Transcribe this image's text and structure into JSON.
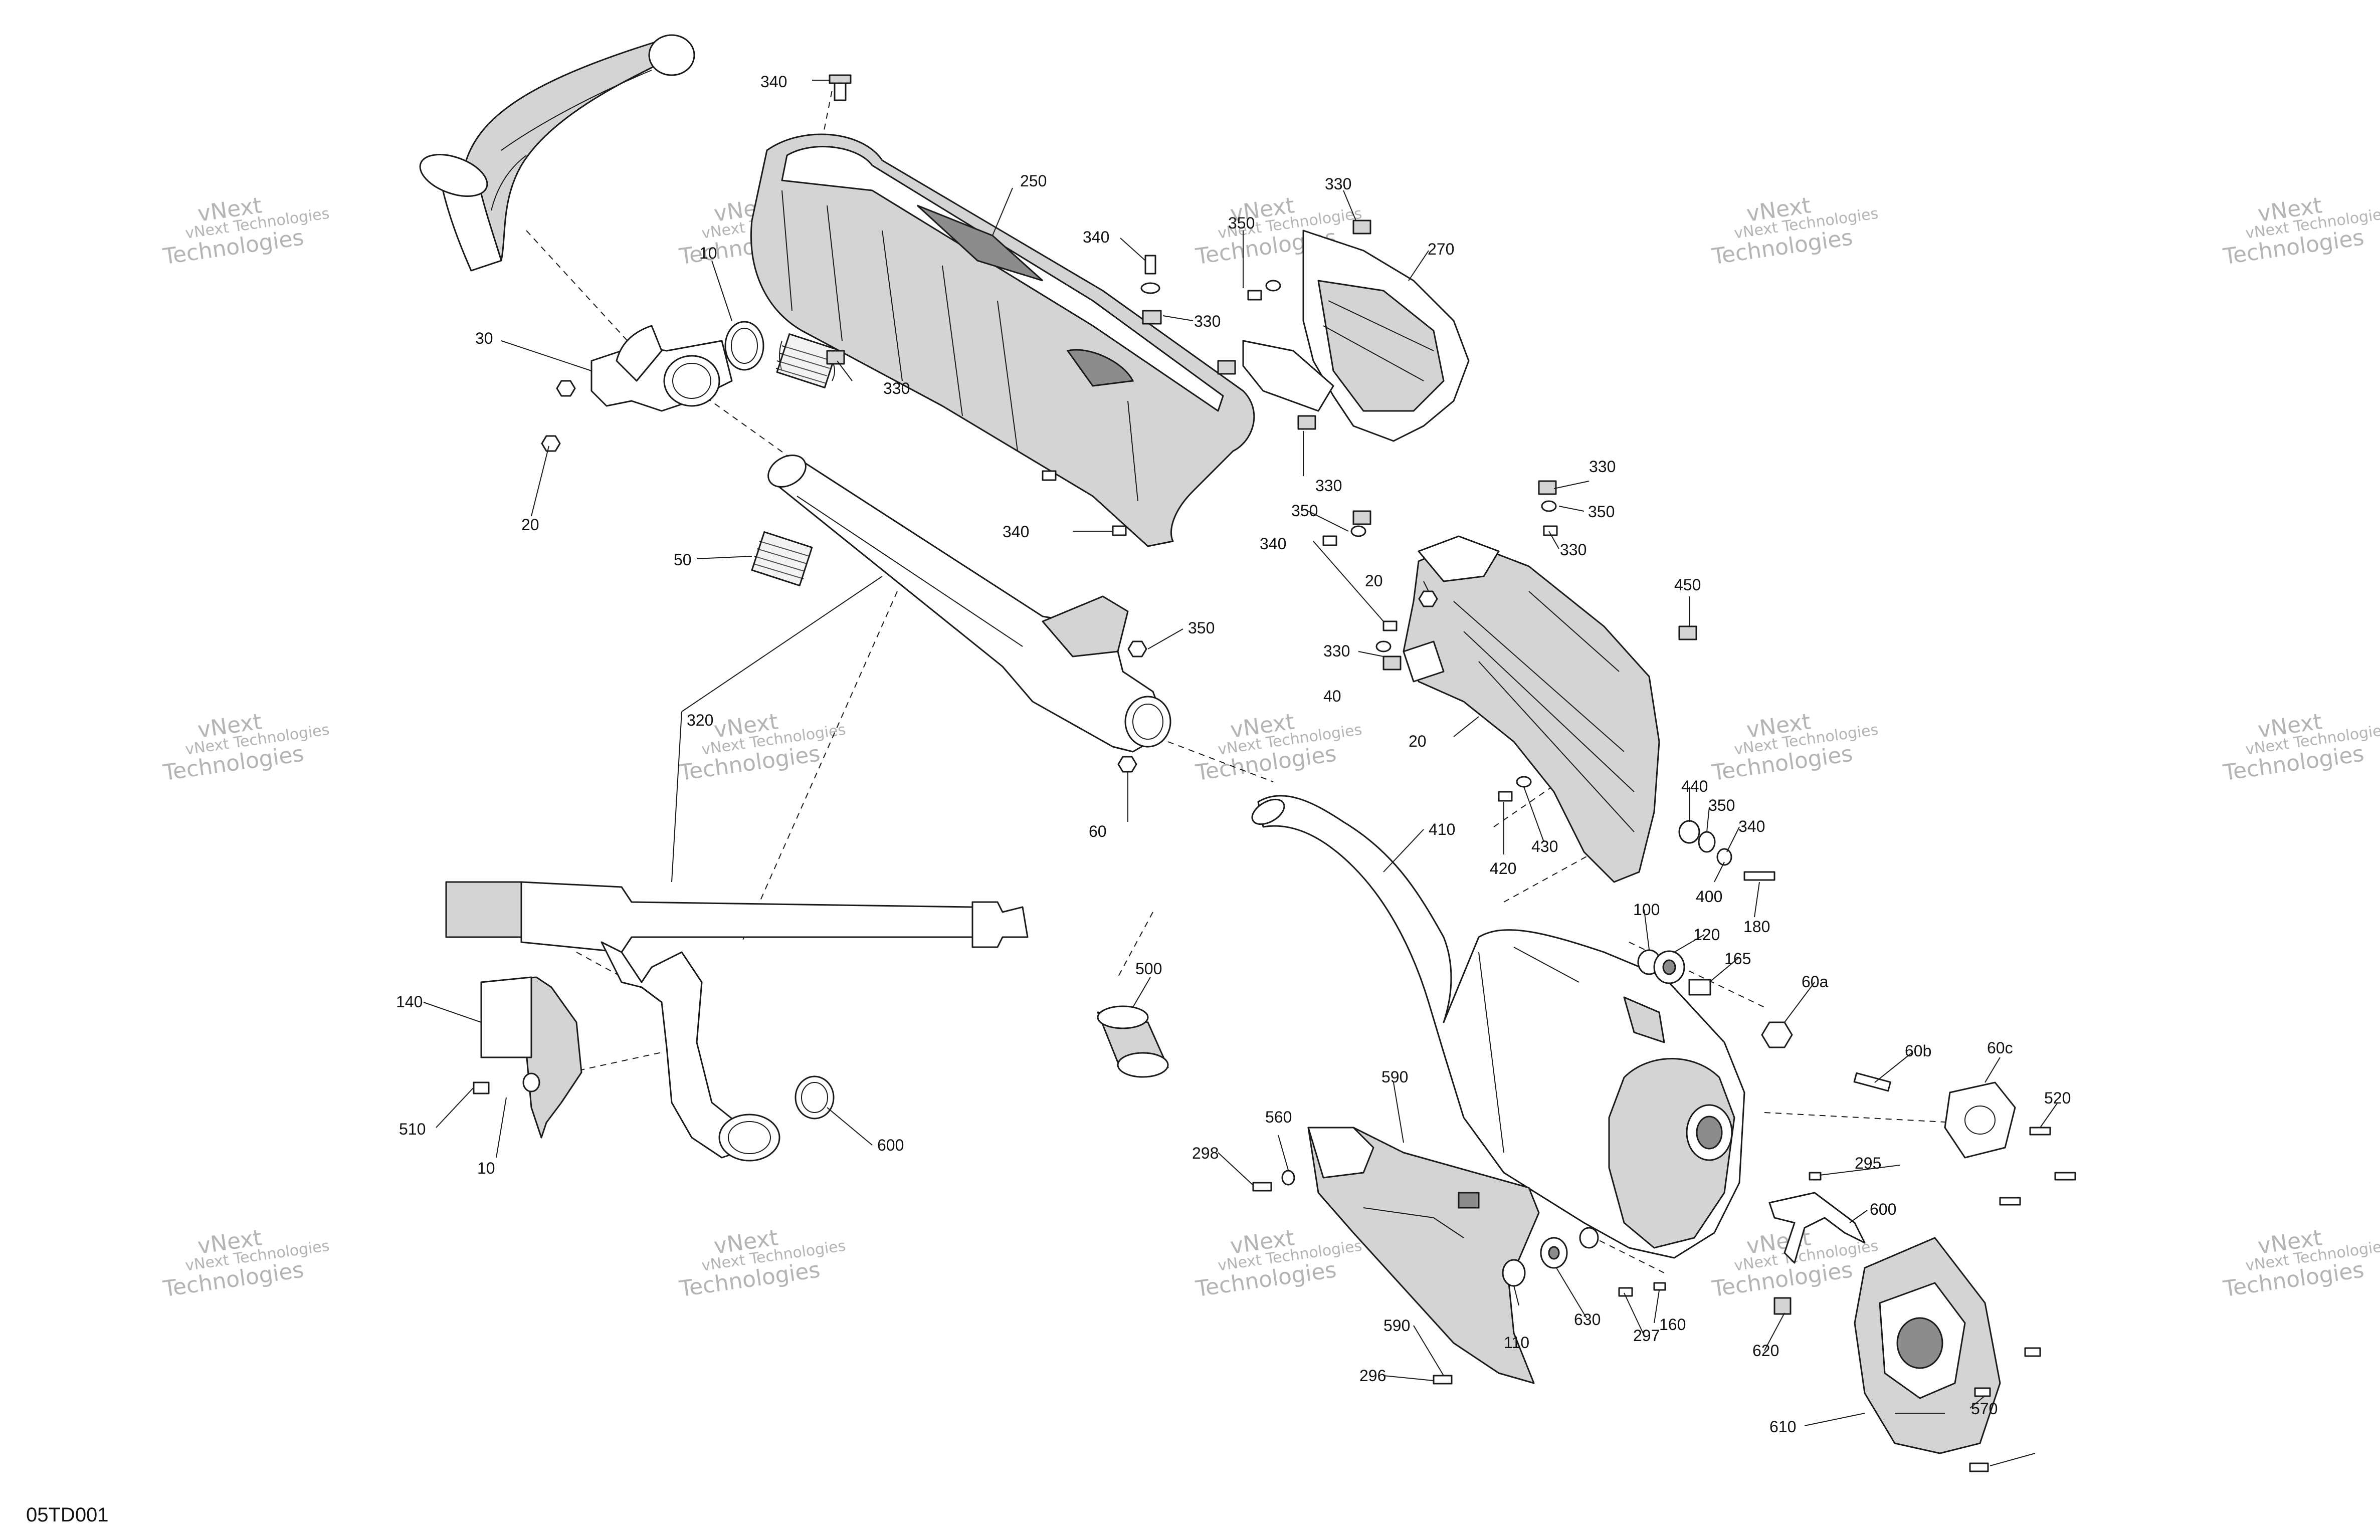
{
  "diagram": {
    "code": "05TD001",
    "watermark_line1": "vNext Technologies",
    "watermark_line2": "Technologies",
    "watermark_prefix": "vNext",
    "callouts": [
      "340",
      "250",
      "330",
      "340",
      "350",
      "330",
      "270",
      "10",
      "30",
      "330",
      "330",
      "20",
      "330",
      "350",
      "340",
      "50",
      "350",
      "340",
      "330",
      "450",
      "20",
      "350",
      "330",
      "40",
      "320",
      "20",
      "60",
      "410",
      "440",
      "350",
      "430",
      "340",
      "420",
      "400",
      "180",
      "100",
      "120",
      "165",
      "60a",
      "500",
      "140",
      "60b",
      "60c",
      "520",
      "510",
      "10",
      "600",
      "560",
      "590",
      "298",
      "295",
      "600",
      "590",
      "296",
      "297",
      "160",
      "110",
      "630",
      "620",
      "570",
      "610"
    ]
  }
}
